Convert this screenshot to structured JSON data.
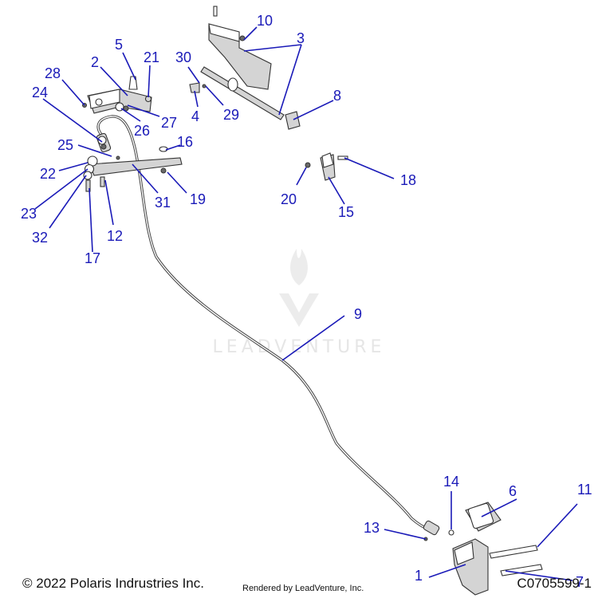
{
  "diagram": {
    "watermark_text": "LEADVENTURE",
    "accent_color": "#1a1ab8",
    "callouts": [
      {
        "label": "1"
      },
      {
        "label": "2"
      },
      {
        "label": "3"
      },
      {
        "label": "4"
      },
      {
        "label": "5"
      },
      {
        "label": "6"
      },
      {
        "label": "7"
      },
      {
        "label": "8"
      },
      {
        "label": "9"
      },
      {
        "label": "10"
      },
      {
        "label": "11"
      },
      {
        "label": "12"
      },
      {
        "label": "13"
      },
      {
        "label": "14"
      },
      {
        "label": "15"
      },
      {
        "label": "16"
      },
      {
        "label": "17"
      },
      {
        "label": "18"
      },
      {
        "label": "19"
      },
      {
        "label": "20"
      },
      {
        "label": "21"
      },
      {
        "label": "22"
      },
      {
        "label": "23"
      },
      {
        "label": "24"
      },
      {
        "label": "25"
      },
      {
        "label": "26"
      },
      {
        "label": "27"
      },
      {
        "label": "28"
      },
      {
        "label": "29"
      },
      {
        "label": "30"
      },
      {
        "label": "31"
      },
      {
        "label": "32"
      }
    ]
  },
  "footer": {
    "copyright": "© 2022 Polaris Indrustries Inc.",
    "rendered_by": "Rendered by LeadVenture, Inc.",
    "diagram_code": "C0705599-1"
  }
}
